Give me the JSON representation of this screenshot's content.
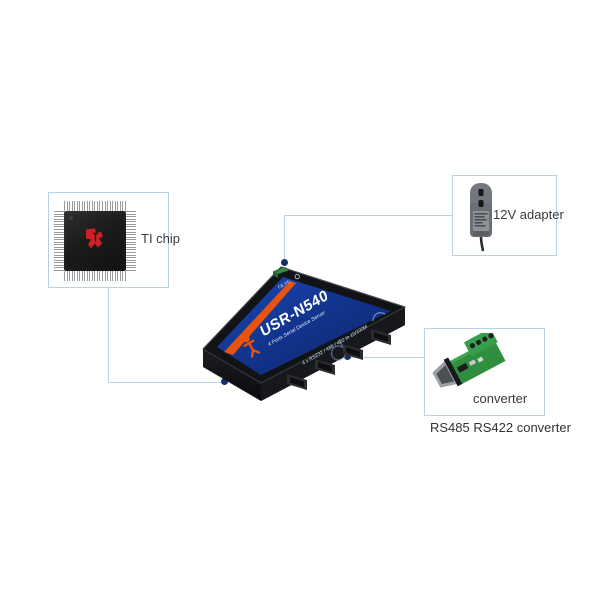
{
  "page": {
    "background": "#ffffff",
    "line_color": "#b7d2e8",
    "dot_color": "#13306b",
    "text_color": "#3a3a3a"
  },
  "device": {
    "name": "USR-N540",
    "brand_text": "USR-N540",
    "subtitle": "4 Ports Serial Device Server",
    "port_text": "4 x RS232 / 485 / 422 In 10/100M",
    "cert_marks": "CE FC",
    "body_color": "#111214",
    "panel_color": "#10358f",
    "stripe_color": "#e8530e",
    "terminal_color": "#1f7a3c",
    "port_count": 4
  },
  "callouts": [
    {
      "id": "ti-chip",
      "label": "TI chip",
      "art": "ti-qfp-chip",
      "logo_color": "#cf2027"
    },
    {
      "id": "adapter",
      "label": "12V adapter",
      "art": "power-adapter",
      "body_color": "#6e7076"
    },
    {
      "id": "converter",
      "label": "converter",
      "caption": "RS485 RS422 converter",
      "art": "rs485-converter-board",
      "pcb_color": "#2f8f3f",
      "terminal_color": "#2f8f3f",
      "db9_color": "#9aa0a6"
    }
  ]
}
